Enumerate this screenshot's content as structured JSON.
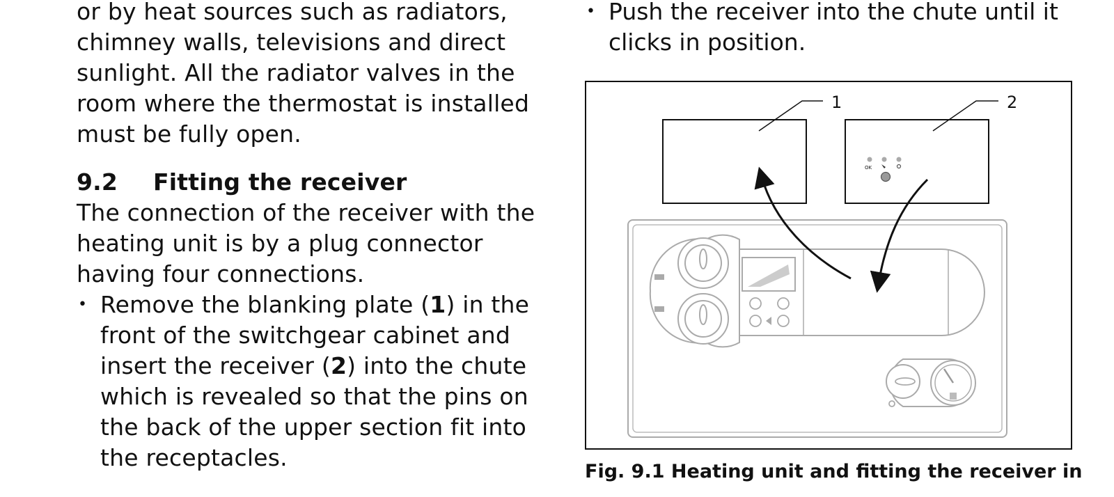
{
  "left": {
    "intro_text": "or by heat sources such as radiators, chimney walls, televisions and direct sunlight. All the radiator valves in the room where the thermostat is installed must be fully open.",
    "section": {
      "number": "9.2",
      "title": "Fitting the receiver"
    },
    "section_body": "The connection of the receiver with the heating unit is by a plug connector having four connections.",
    "bullet1": {
      "part1": "Remove the blanking plate (",
      "ref1": "1",
      "part2": ") in the front of the switchgear cabinet and insert the receiver (",
      "ref2": "2",
      "part3": ") into the chute which is revealed so that the pins on the back of the upper section fit into the receptacles."
    }
  },
  "right": {
    "bullet2": "Push the receiver into the chute until it clicks in position.",
    "bullet_symbol": "•",
    "figure": {
      "callout1": "1",
      "callout2": "2",
      "receiver_led_label": "OK"
    },
    "caption": "Fig. 9.1 Heating unit and fitting the receiver in"
  }
}
